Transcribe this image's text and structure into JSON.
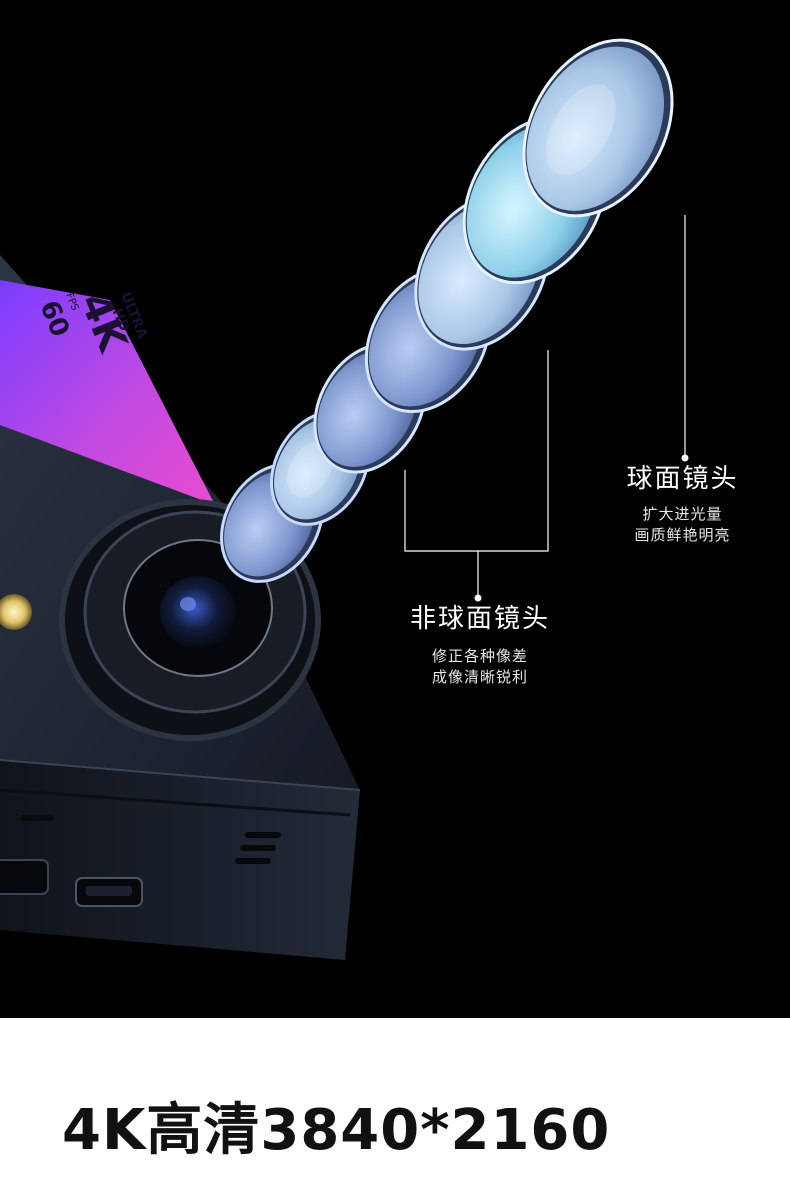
{
  "callouts": {
    "spherical": {
      "title": "球面镜头",
      "line1": "扩大进光量",
      "line2": "画质鲜艳明亮"
    },
    "aspherical": {
      "title": "非球面镜头",
      "line1": "修正各种像差",
      "line2": "成像清晰锐利"
    }
  },
  "badge": {
    "main": "4K",
    "sub1": "ULTRA",
    "sub2": "HD",
    "fps_value": "60",
    "fps_label": "FPS"
  },
  "footer": {
    "heading": "4K高清3840*2160"
  },
  "colors": {
    "hero_background": "#000000",
    "lens_glass": "#a9c6e6",
    "camera_body": "#1f2633",
    "badge_gradient_start": "#7a3cff",
    "badge_gradient_end": "#e94bd1"
  }
}
